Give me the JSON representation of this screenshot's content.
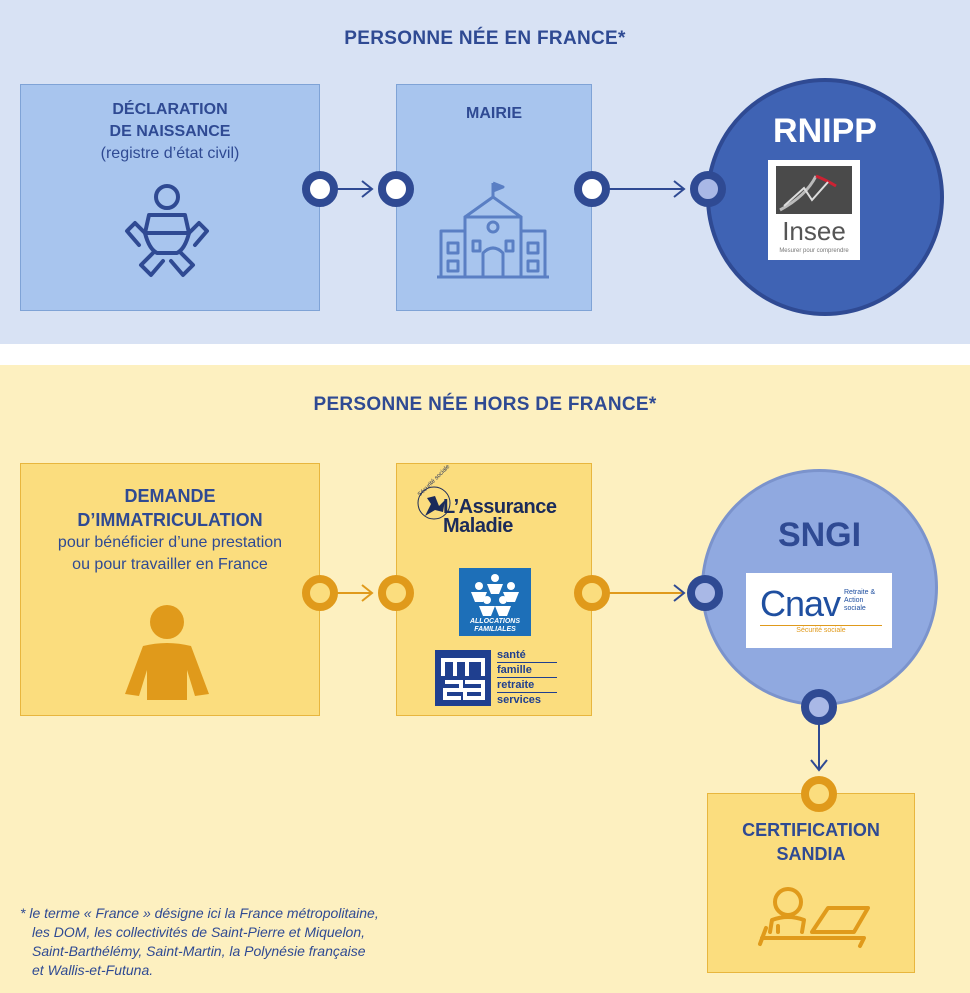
{
  "france": {
    "title": "PERSONNE NÉE EN FRANCE*",
    "declaration": {
      "line1": "DÉCLARATION",
      "line2": "DE NAISSANCE",
      "line3": "(registre d’état civil)"
    },
    "mairie": {
      "label": "MAIRIE"
    },
    "rnipp": {
      "label": "RNIPP",
      "logo_text": "Insee",
      "logo_tagline": "Mesurer pour comprendre"
    }
  },
  "hors": {
    "title": "PERSONNE NÉE HORS DE FRANCE*",
    "demande": {
      "line1": "DEMANDE",
      "line2": "D’IMMATRICULATION",
      "line3": "pour bénéficier d’une prestation",
      "line4": "ou pour travailler en France"
    },
    "organismes": {
      "assurance_maladie": "L’Assurance\nMaladie",
      "assurance_small": "Sécurité sociale",
      "caf": "ALLOCATIONS FAMILIALES",
      "msa_lines": [
        "santé",
        "famille",
        "retraite",
        "services"
      ]
    },
    "sngi": {
      "label": "SNGI",
      "logo_text": "Cnav",
      "logo_side": "Retraite & Action sociale",
      "logo_bottom": "Sécurité sociale"
    },
    "certification": {
      "line1": "CERTIFICATION",
      "line2": "SANDIA"
    }
  },
  "footnote": [
    "* le terme « France » désigne ici la France métropolitaine,",
    "les DOM, les collectivités de Saint-Pierre et Miquelon,",
    "Saint-Barthélémy, Saint-Martin, la Polynésie française",
    "et Wallis-et-Futuna."
  ],
  "colors": {
    "navy": "#2f4a93",
    "orange": "#e09a1b",
    "blue_circle": "#3f63b4",
    "light_circle": "#90a9e0"
  }
}
